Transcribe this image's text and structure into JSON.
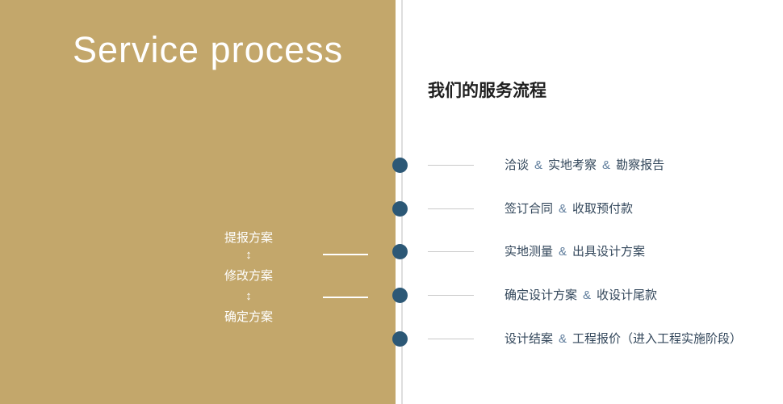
{
  "amp": "&",
  "left": {
    "title": "Service process",
    "flow_labels": [
      "提报方案",
      "修改方案",
      "确定方案"
    ],
    "arrow_char": "↕"
  },
  "right": {
    "title": "我们的服务流程",
    "steps": [
      {
        "parts": [
          "洽谈",
          "实地考察",
          "勘察报告"
        ]
      },
      {
        "parts": [
          "签订合同",
          "收取预付款"
        ]
      },
      {
        "parts": [
          "实地测量",
          "出具设计方案"
        ]
      },
      {
        "parts": [
          "确定设计方案",
          "收设计尾款"
        ]
      },
      {
        "parts": [
          "设计结案",
          "工程报价（进入工程实施阶段）"
        ]
      }
    ]
  },
  "colors": {
    "left_background": "#c3a76b",
    "dot": "#2c5876",
    "step_text": "#33475b",
    "amp": "#5f7d9c",
    "divider": "#dedede"
  }
}
